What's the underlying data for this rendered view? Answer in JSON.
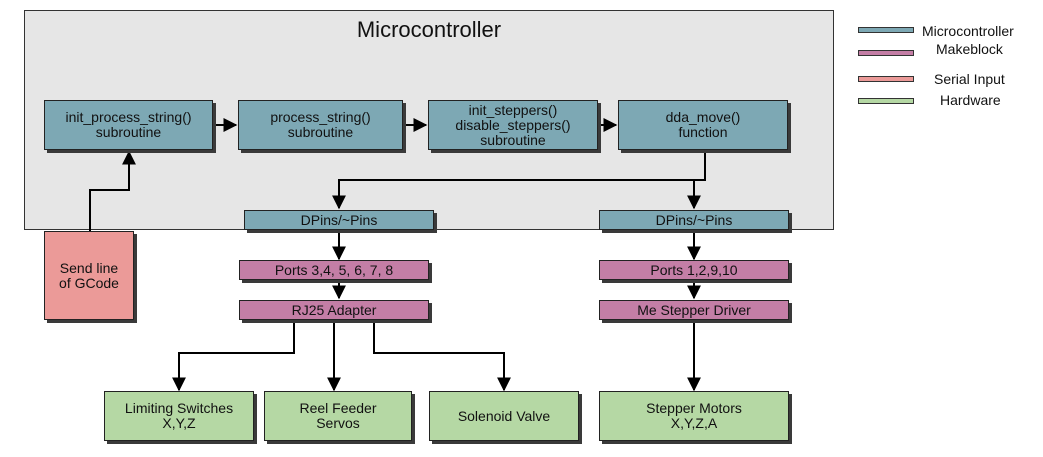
{
  "diagram": {
    "container_title": "Microcontroller",
    "nodes": {
      "init_process": "init_process_string()\nsubroutine",
      "process": "process_string()\nsubroutine",
      "init_steppers": "init_steppers()\ndisable_steppers()\nsubroutine",
      "dda_move": "dda_move()\nfunction",
      "dpins_left": "DPins/~Pins",
      "dpins_right": "DPins/~Pins",
      "send_gcode": "Send line\nof GCode",
      "ports_left": "Ports 3,4, 5, 6, 7, 8",
      "ports_right": "Ports 1,2,9,10",
      "rj25": "RJ25 Adapter",
      "stepper_driver": "Me Stepper Driver",
      "limiting_switches": "Limiting Switches\nX,Y,Z",
      "reel_feeder": "Reel Feeder\nServos",
      "solenoid": "Solenoid Valve",
      "stepper_motors": "Stepper Motors\nX,Y,Z,A"
    }
  },
  "legend": [
    {
      "label": "Microcontroller",
      "color": "#7da8b4"
    },
    {
      "label": "Makeblock",
      "color": "#c47ea6"
    },
    {
      "label": "Serial Input",
      "color": "#eb9a98"
    },
    {
      "label": "Hardware",
      "color": "#b5d8a4"
    }
  ]
}
